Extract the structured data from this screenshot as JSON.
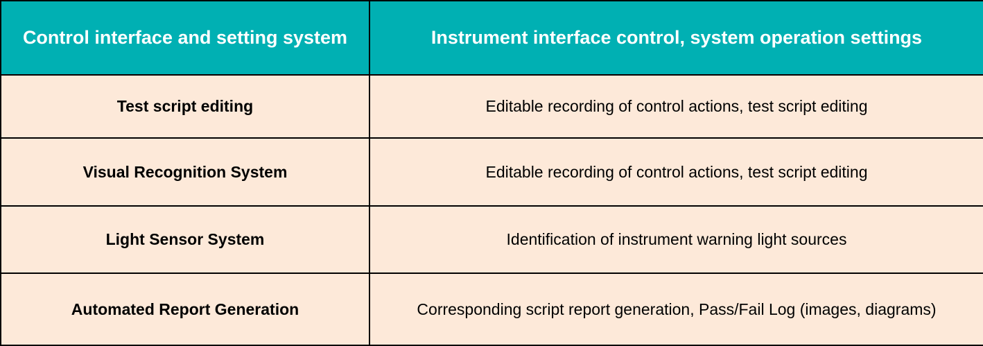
{
  "table": {
    "header": {
      "left": "Control interface and setting system",
      "right": "Instrument interface control, system operation settings"
    },
    "rows": [
      {
        "feature": "Test script editing",
        "description": "Editable recording of control actions, test script editing"
      },
      {
        "feature": "Visual Recognition System",
        "description": "Editable recording of control actions, test script editing"
      },
      {
        "feature": "Light Sensor System",
        "description": "Identification of instrument warning light sources"
      },
      {
        "feature": "Automated Report Generation",
        "description": "Corresponding script report generation, Pass/Fail Log (images, diagrams)"
      }
    ],
    "colors": {
      "header_background": "#00b0b3",
      "header_text": "#ffffff",
      "body_background": "#fde9d9",
      "border": "#000000"
    }
  }
}
